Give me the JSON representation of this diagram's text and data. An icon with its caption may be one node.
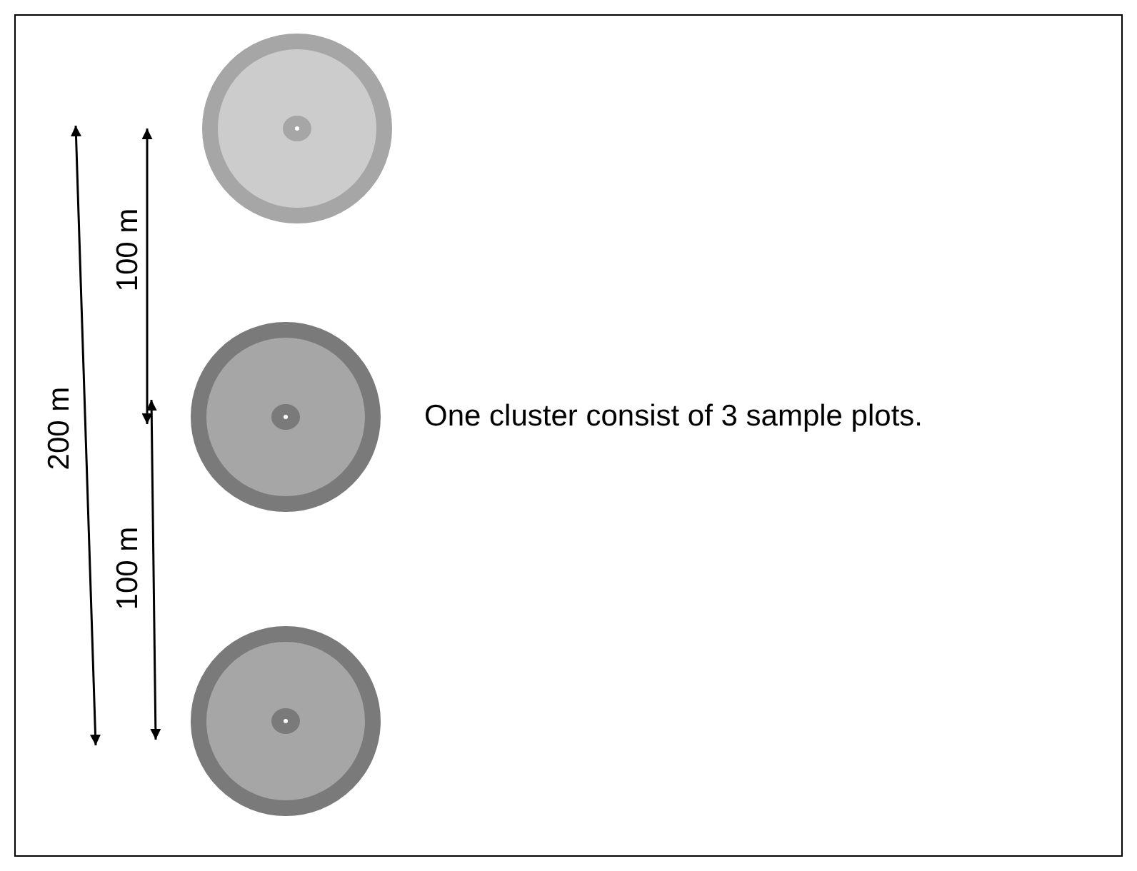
{
  "diagram": {
    "nodes": [
      {
        "text": [],
        "shape": "circle"
      },
      {
        "text": [],
        "shape": "circle"
      },
      {
        "text": [],
        "shape": "circle"
      }
    ],
    "labels": [
      "200 m",
      "100 m",
      "100 m",
      "One cluster consist of 3 sample plots."
    ]
  }
}
